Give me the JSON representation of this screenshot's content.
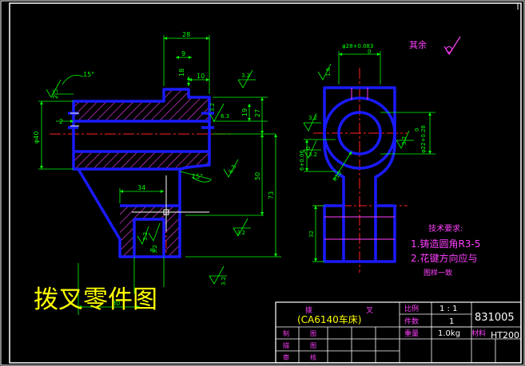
{
  "colors": {
    "background": "#000000",
    "frame": "#ffffff",
    "part_outline": "#1a1aff",
    "dimension": "#00ff00",
    "center_line": "#ff2020",
    "hatch": "#ff40ff",
    "note_text": "#ff40ff",
    "title_label": "#ff40ff",
    "title_text": "#ffff00",
    "table_value": "#ffffff"
  },
  "drawing_title": "拨叉零件图",
  "front_view": {
    "dims": {
      "top_width": "28",
      "tooth_width": "9",
      "upper_small": "18",
      "groove_ten": "10",
      "chamfer_angle": "15°",
      "left_small": "2.5",
      "left_two": "2",
      "dia_forty": "φ40",
      "height_twentyseven": "27",
      "height_nineteen": "19",
      "height_fifty": "50",
      "height_seventythree": "73",
      "fork_thirtyfour": "34",
      "fork_eight": "8",
      "lower_angle": "15°",
      "bottom_eighty": "80"
    },
    "roughness": [
      "3.2",
      "3.2",
      "6.3",
      "6.3",
      "3.2",
      "3.2",
      "3.2",
      "3.2"
    ]
  },
  "side_view": {
    "dims": {
      "top_bore": "φ28+0.083",
      "top_bore_lower": "0",
      "right_bore": "φ22+0.28",
      "right_bore_lower": "0",
      "left_fit": "6+0.06",
      "left_fit_lower": "0",
      "radius_ten": "R10",
      "bottom_thirtytwo": "32"
    },
    "roughness": [
      "1.6",
      "3.2",
      "3.2",
      "3.2"
    ]
  },
  "rest_note": "其余",
  "tech_requirements": {
    "heading": "技术要求:",
    "items": [
      "1.铸造圆角R3-5",
      "2.花键方向应与",
      "图样一致"
    ]
  },
  "title_block": {
    "part_name_1": "拨",
    "part_name_2": "叉",
    "machine": "(CA6140车床)",
    "label_scale": "比例",
    "value_scale": "1 : 1",
    "label_count": "件数",
    "value_count": "1",
    "label_weight": "重量",
    "value_weight": "1.0kg",
    "label_material": "材料",
    "value_material": "HT200",
    "drawing_no": "831005",
    "row_drawn_1": "制",
    "row_drawn_2": "图",
    "row_drawn_3": "描",
    "row_drawn_4": "图",
    "row_check_1": "审",
    "row_check_2": "核"
  }
}
